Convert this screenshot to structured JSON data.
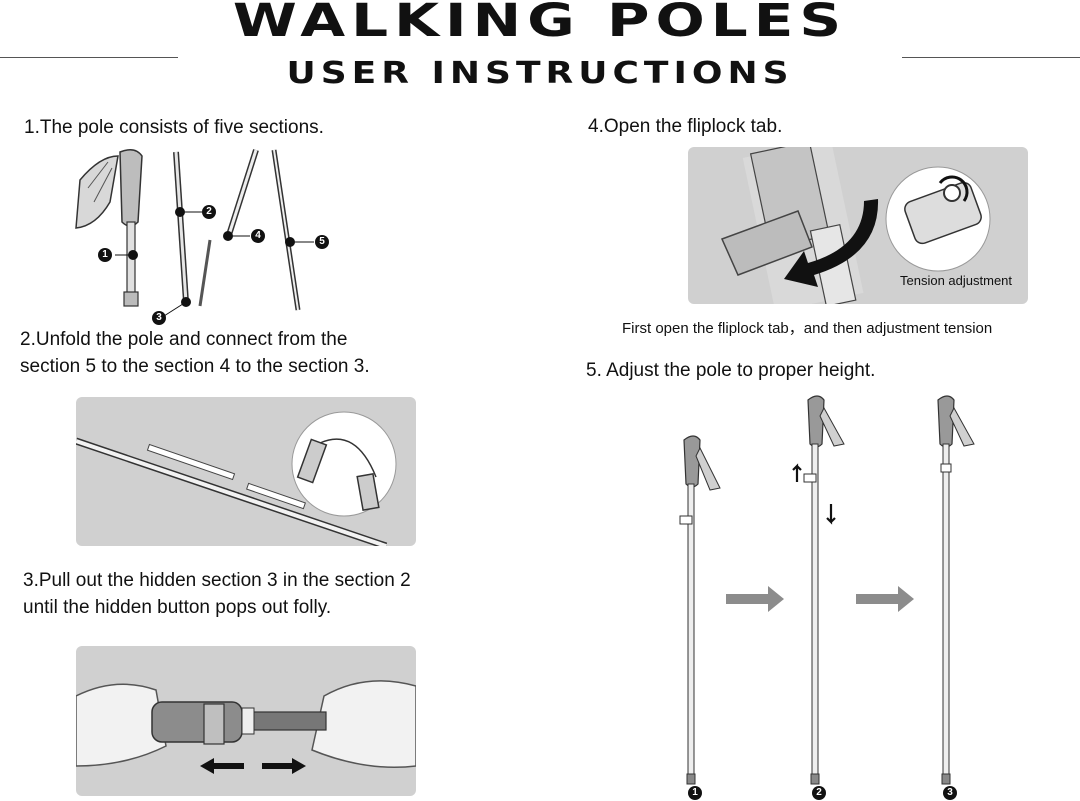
{
  "header": {
    "title": "WALKING POLES",
    "subtitle": "USER INSTRUCTIONS"
  },
  "steps": [
    {
      "text_lines": [
        "1.The pole consists of five sections."
      ]
    },
    {
      "text_lines": [
        "2.Unfold the pole and connect from the",
        "section 5 to the section 4 to the section 3."
      ]
    },
    {
      "text_lines": [
        "3.Pull out the hidden section 3 in the section 2",
        "until the hidden button pops out folly."
      ]
    },
    {
      "text_lines": [
        "4.Open the fliplock tab."
      ]
    },
    {
      "text_lines": [
        "5. Adjust the pole to proper height."
      ]
    }
  ],
  "step4": {
    "tension_label": "Tension adjustment",
    "caption": "First open the fliplock tab，and then adjustment tension"
  },
  "section_markers": [
    "1",
    "2",
    "3",
    "4",
    "5"
  ],
  "height_markers": [
    "1",
    "2",
    "3"
  ],
  "colors": {
    "panel": "#d0d0d0",
    "ink": "#111111",
    "arrow_gray": "#8c8c8c"
  }
}
